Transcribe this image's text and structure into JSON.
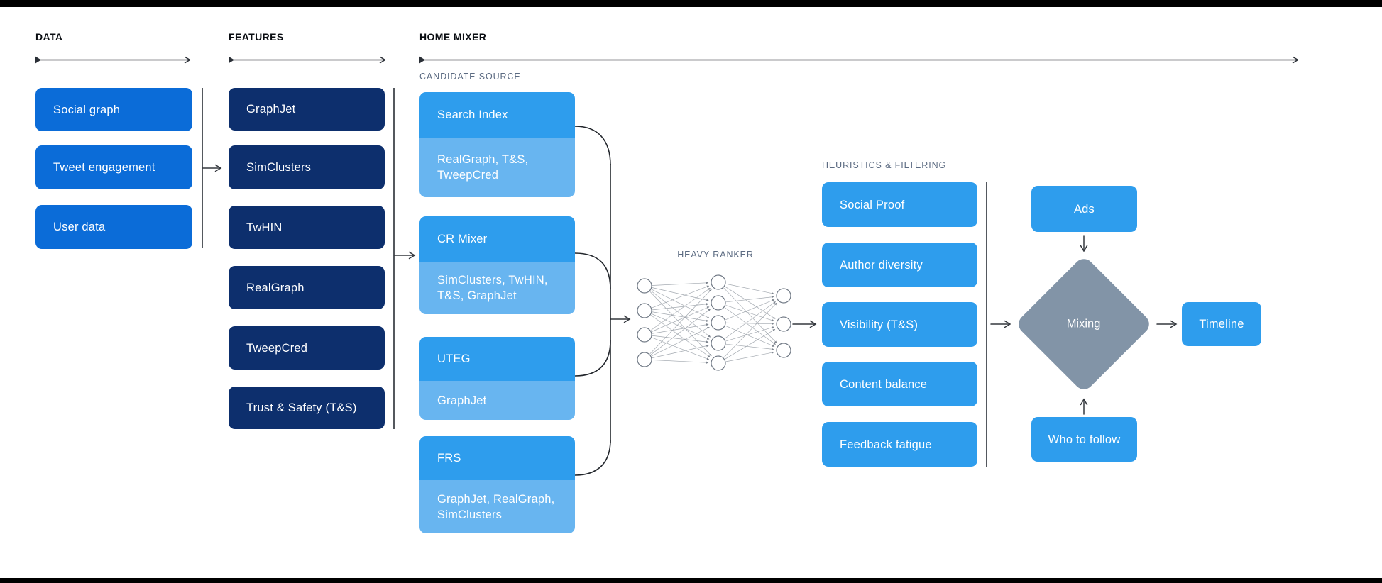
{
  "sections": {
    "data": {
      "label": "DATA",
      "boxes": [
        "Social graph",
        "Tweet engagement",
        "User data"
      ]
    },
    "features": {
      "label": "FEATURES",
      "boxes": [
        "GraphJet",
        "SimClusters",
        "TwHIN",
        "RealGraph",
        "TweepCred",
        "Trust & Safety (T&S)"
      ]
    },
    "home_mixer": {
      "label": "HOME MIXER",
      "candidate_source": {
        "label": "CANDIDATE SOURCE",
        "groups": [
          {
            "name": "Search Index",
            "sources": "RealGraph, T&S, TweepCred"
          },
          {
            "name": "CR Mixer",
            "sources": "SimClusters, TwHIN, T&S, GraphJet"
          },
          {
            "name": "UTEG",
            "sources": "GraphJet"
          },
          {
            "name": "FRS",
            "sources": "GraphJet, RealGraph, SimClusters"
          }
        ]
      },
      "heavy_ranker": {
        "label": "HEAVY RANKER"
      },
      "heuristics": {
        "label": "HEURISTICS & FILTERING",
        "boxes": [
          "Social Proof",
          "Author diversity",
          "Visibility (T&S)",
          "Content balance",
          "Feedback fatigue"
        ]
      },
      "output": {
        "ads": "Ads",
        "mixing": "Mixing",
        "who_to_follow": "Who to follow",
        "timeline": "Timeline"
      }
    }
  },
  "colors": {
    "data_box_blue": "#0b6cd8",
    "feature_box_navy": "#0d2f6d",
    "candidate_azure": "#2e9ded",
    "candidate_light_azure": "#68b5f0",
    "mixing_diamond_gray": "#8294a7",
    "section_label_gray": "#5c6b82",
    "line_dark": "#2a2f36",
    "background": "#ffffff"
  }
}
